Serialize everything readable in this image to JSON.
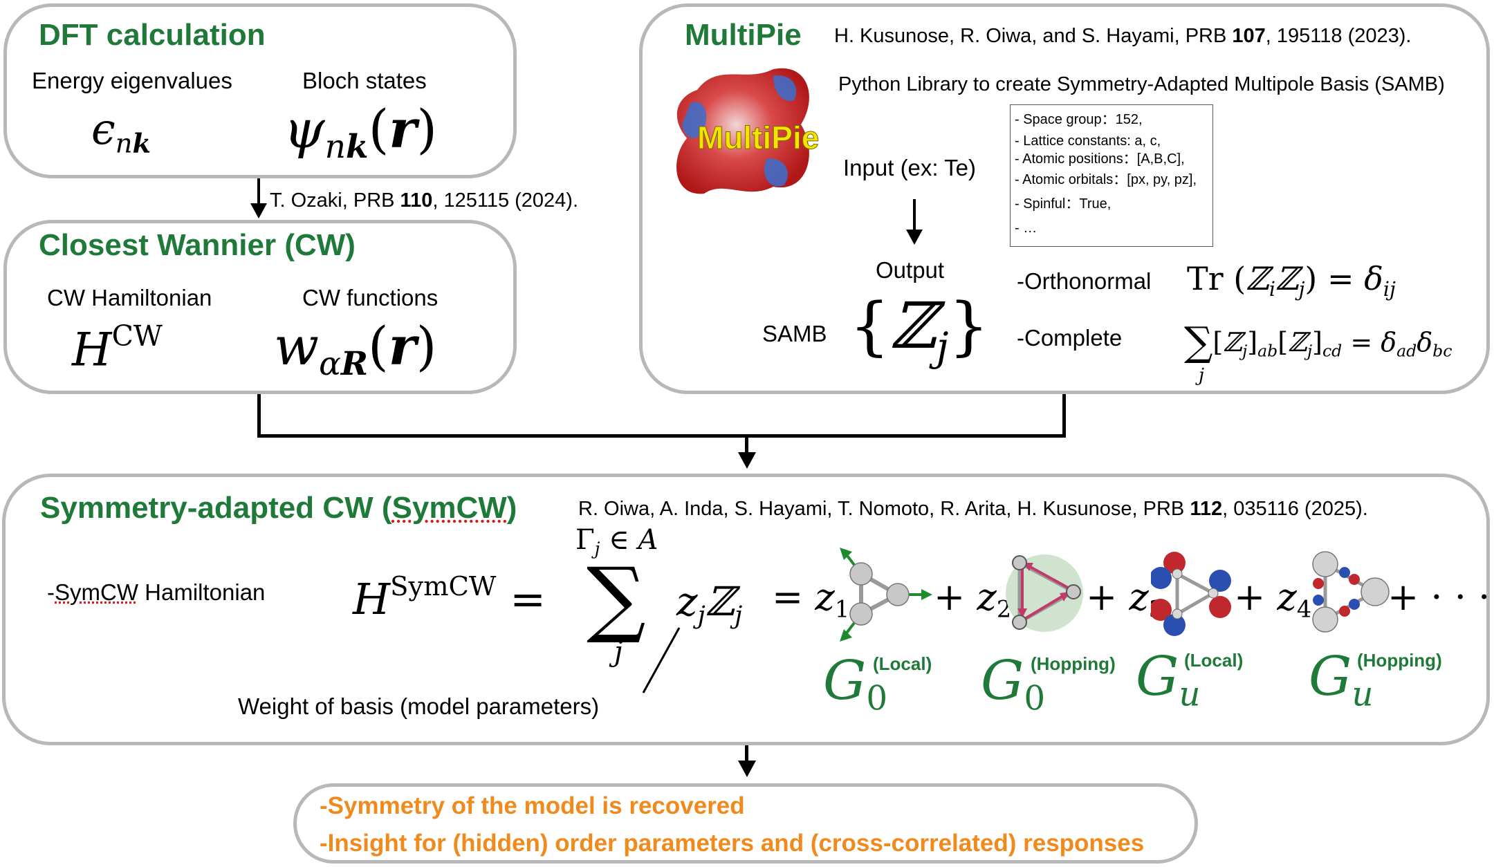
{
  "dft": {
    "title": "DFT calculation",
    "energy_label": "Energy eigenvalues",
    "bloch_label": "Bloch states"
  },
  "cw": {
    "reference": "T. Ozaki, PRB 110, 125115 (2024).",
    "title": "Closest Wannier (CW)",
    "hamiltonian_label": "CW Hamiltonian",
    "functions_label": "CW functions"
  },
  "multipie": {
    "title": "MultiPie",
    "reference": "H. Kusunose, R. Oiwa, and S. Hayami, PRB 107, 195118 (2023).",
    "description": "Python Library to create Symmetry-Adapted Multipole Basis (SAMB)",
    "logo_text": "MultiPie",
    "input_label": "Input (ex: Te)",
    "output_label": "Output",
    "samb_label": "SAMB",
    "orthonormal_label": "-Orthonormal",
    "complete_label": "-Complete",
    "input_items": [
      "- Space group：152,",
      "- Lattice constants: a, c,",
      "- Atomic positions：[A,B,C],",
      "- Atomic orbitals：[px, py, pz],",
      "- Spinful：True,",
      "- …"
    ]
  },
  "symcw": {
    "title": "Symmetry-adapted CW (SymCW)",
    "reference": "R. Oiwa, A. Inda, S. Hayami, T. Nomoto, R. Arita, H. Kusunose, PRB 112, 035116 (2025).",
    "hamiltonian_label": "-SymCW Hamiltonian",
    "weight_label": "Weight of basis (model parameters)",
    "basis_labels": [
      "(Local)",
      "(Hopping)",
      "(Local)",
      "(Hopping)"
    ]
  },
  "results": [
    "-Symmetry of the model is recovered",
    "-Insight for (hidden) order parameters and (cross-correlated) responses"
  ],
  "colors": {
    "title_green": "#1f7a3a",
    "box_border": "#b8b8b8",
    "result_orange": "#f08a1c"
  }
}
